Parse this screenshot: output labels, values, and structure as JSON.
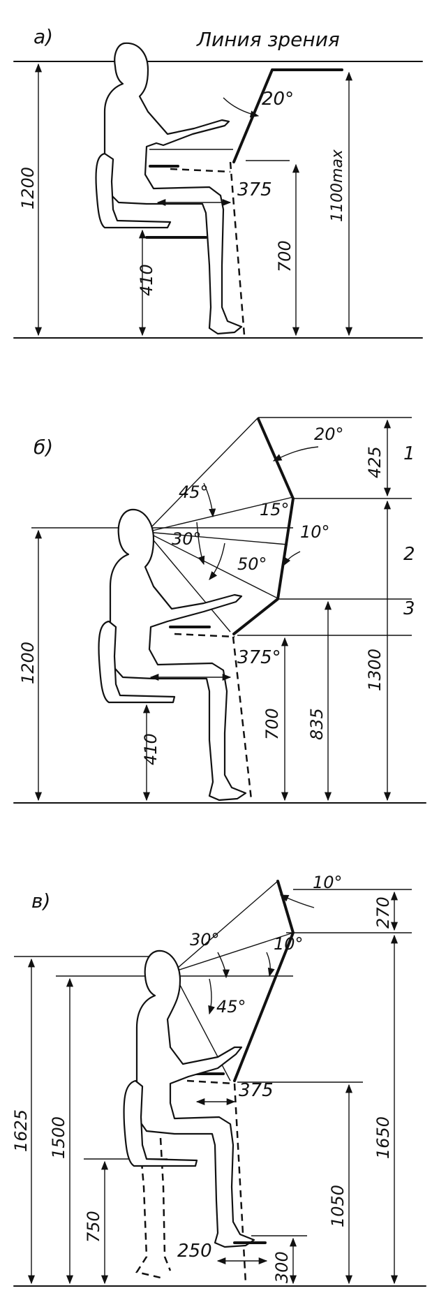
{
  "panel_a": {
    "label": "а)",
    "sightline_label": "Линия зрения",
    "dim_eye_height": "1200",
    "dim_panel_height": "1100max",
    "dim_seat_height": "410",
    "dim_desk_height": "700",
    "dim_knee_depth": "375",
    "angle_tilt": "20°"
  },
  "panel_b": {
    "label": "б)",
    "dim_eye_height": "1200",
    "dim_seat_height": "410",
    "dim_desk_height": "700",
    "dim_panel_low": "835",
    "dim_panel_mid": "1300",
    "dim_panel_top": "425",
    "dim_knee_depth": "375°",
    "angle_top_tilt": "20°",
    "angle_45": "45°",
    "angle_15": "15°",
    "angle_10": "10°",
    "angle_30": "30°",
    "angle_50": "50°",
    "zone_1": "1",
    "zone_2": "2",
    "zone_3": "3"
  },
  "panel_c": {
    "label": "в)",
    "dim_eye_height_high": "1625",
    "dim_eye_height": "1500",
    "dim_seat_height": "750",
    "dim_desk_height": "1050",
    "dim_panel_height": "1650",
    "dim_top_section": "270",
    "dim_footrest_height": "300",
    "dim_footrest_depth": "250",
    "dim_knee_depth": "375",
    "angle_top_tilt": "10°",
    "angle_30": "30°",
    "angle_10": "10°",
    "angle_45": "45°"
  }
}
